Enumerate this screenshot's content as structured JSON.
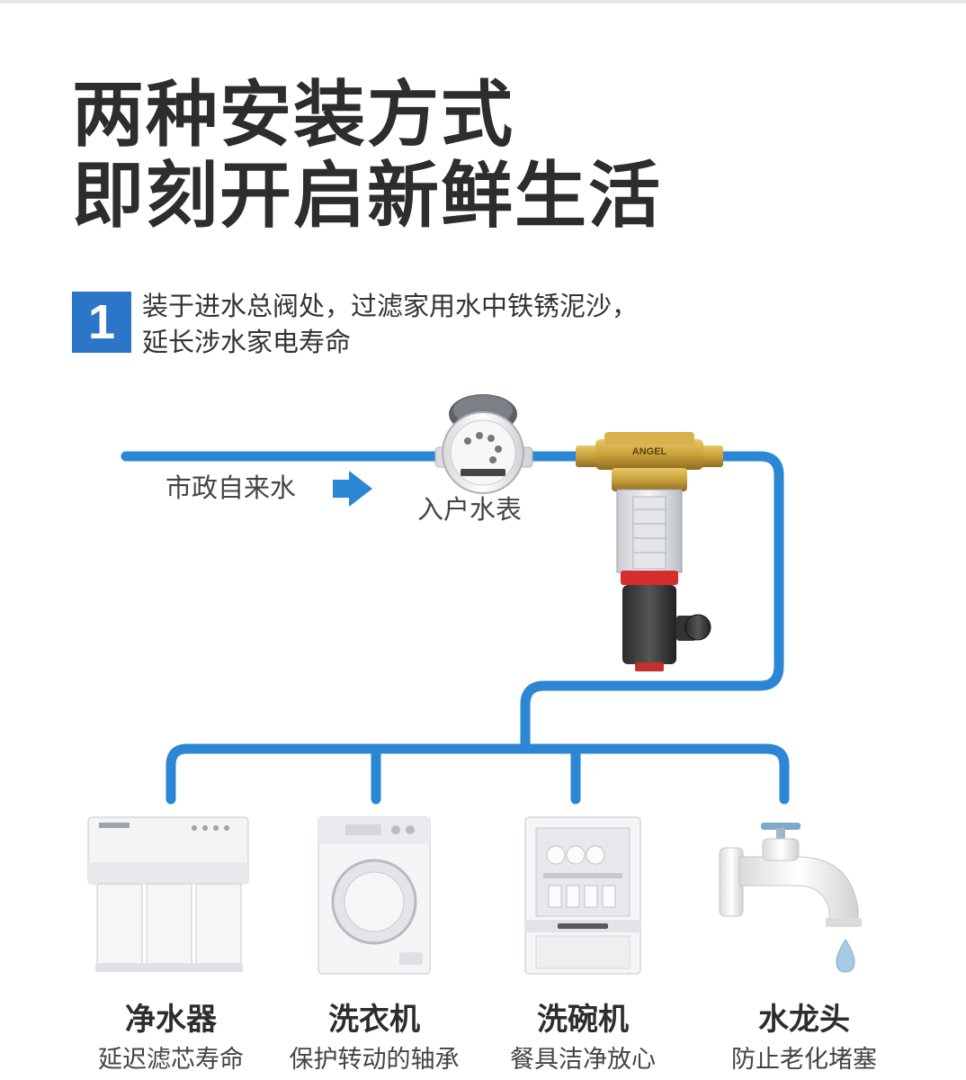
{
  "headline": {
    "line1": "两种安装方式",
    "line2": "即刻开启新鲜生活"
  },
  "step": {
    "number": "1",
    "line1": "装于进水总阀处，过滤家用水中铁锈泥沙，",
    "line2": "延长涉水家电寿命"
  },
  "diagram": {
    "source_label": "市政自来水",
    "meter_label": "入户水表",
    "filter_brand": "ANGEL"
  },
  "appliances": [
    {
      "name": "净水器",
      "desc": "延迟滤芯寿命",
      "icon": "water-purifier-icon"
    },
    {
      "name": "洗衣机",
      "desc": "保护转动的轴承",
      "icon": "washing-machine-icon"
    },
    {
      "name": "洗碗机",
      "desc": "餐具洁净放心",
      "icon": "dishwasher-icon"
    },
    {
      "name": "水龙头",
      "desc": "防止老化堵塞",
      "icon": "faucet-icon"
    }
  ],
  "colors": {
    "pipe": "#2b86d4",
    "badge": "#2b76c9",
    "filter_brass": "#c9a13b",
    "filter_red": "#d62d2d"
  }
}
